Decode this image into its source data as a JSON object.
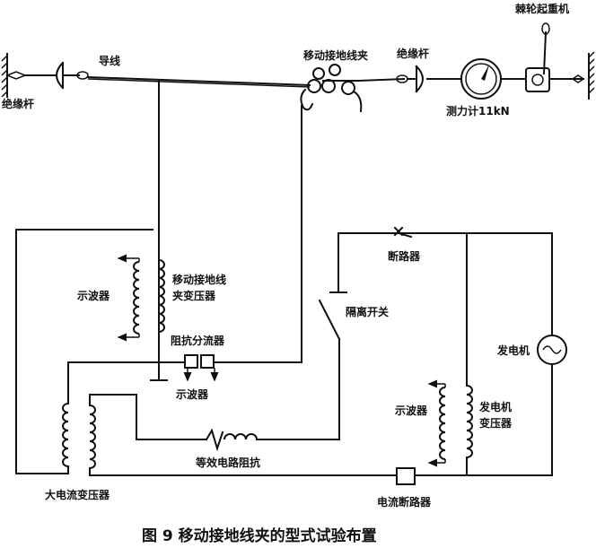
{
  "labels": {
    "hand_winch": "棘轮起重机",
    "conductor": "导线",
    "clamp": "移动接地线夹",
    "insulator_left": "绝缘杆",
    "insulator_right": "绝缘杆",
    "dynamometer": "测力计11kN",
    "breaker": "断路器",
    "oscillograph_1": "示波器",
    "clamp_transformer_1": "移动接地线",
    "clamp_transformer_2": "夹变压器",
    "isolating_switch": "隔离开关",
    "impedance_shunt": "阻抗分流器",
    "generator": "发电机",
    "oscillograph_2": "示波器",
    "oscillograph_3": "示波器",
    "gen_transformer_1": "发电机",
    "gen_transformer_2": "变压器",
    "equiv_impedance": "等效电路阻抗",
    "high_current_transformer": "大电流变压器",
    "current_breaker": "电流断路器"
  },
  "caption": "图 9   移动接地线夹的型式试验布置"
}
